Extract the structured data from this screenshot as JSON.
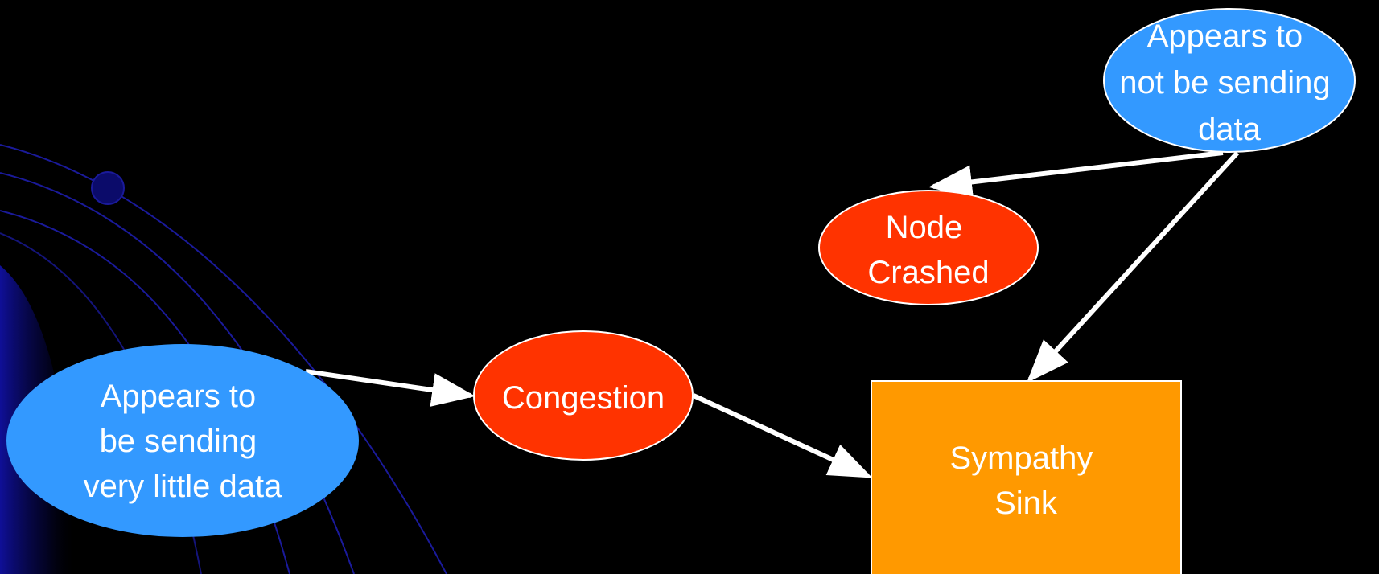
{
  "colors": {
    "background": "#000000",
    "ellipse_blue": "#3399ff",
    "ellipse_red": "#ff3300",
    "box_orange": "#ff9900",
    "outline": "#ffffff",
    "arrow": "#ffffff",
    "decor_line": "#1a1a9a",
    "decor_dot": "#0b0b6a"
  },
  "nodes": {
    "sending_little": {
      "lines": [
        "Appears to",
        "be sending",
        "very little data"
      ]
    },
    "congestion": {
      "lines": [
        "Congestion"
      ]
    },
    "node_crashed": {
      "lines": [
        "Node",
        "Crashed"
      ]
    },
    "not_sending": {
      "lines": [
        "Appears to",
        "not be sending",
        "data"
      ]
    },
    "sympathy_sink": {
      "lines": [
        "Sympathy",
        "Sink"
      ]
    }
  },
  "edges": [
    {
      "from": "sending_little",
      "to": "congestion"
    },
    {
      "from": "congestion",
      "to": "sympathy_sink"
    },
    {
      "from": "not_sending",
      "to": "node_crashed"
    },
    {
      "from": "not_sending",
      "to": "sympathy_sink"
    }
  ]
}
